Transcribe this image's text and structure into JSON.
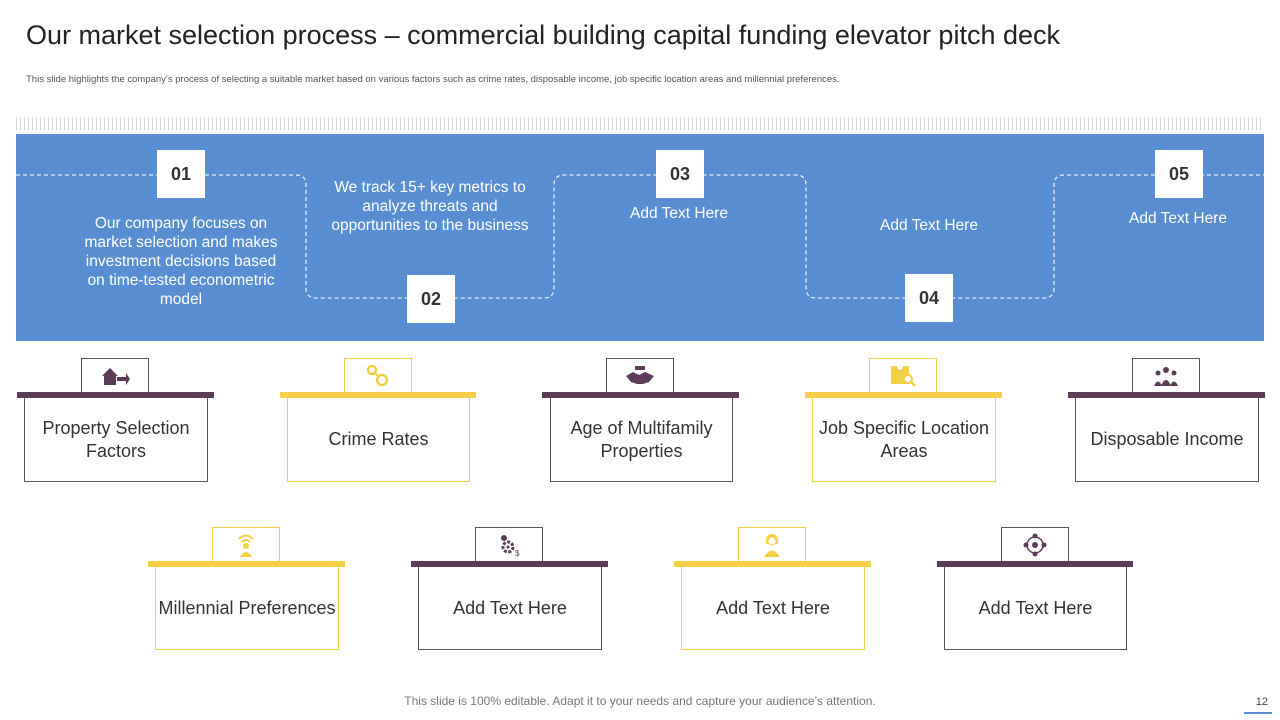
{
  "header": {
    "title": "Our market selection process – commercial building capital funding elevator pitch deck",
    "subtitle": "This slide highlights the company’s process of selecting a suitable market based on various factors such as crime rates, disposable income, job specific location areas and millennial preferences."
  },
  "steps": [
    {
      "number": "01",
      "text": "Our company focuses on market selection and makes investment decisions based on time-tested econometric model"
    },
    {
      "number": "02",
      "text": "We track 15+ key metrics to analyze threats and opportunities to the business"
    },
    {
      "number": "03",
      "text": "Add Text Here"
    },
    {
      "number": "04",
      "text": "Add Text Here"
    },
    {
      "number": "05",
      "text": "Add Text Here"
    }
  ],
  "factors": [
    {
      "label": "Property Selection Factors",
      "icon": "house-arrow-icon",
      "color": "#5b3d57"
    },
    {
      "label": "Crime Rates",
      "icon": "handcuffs-icon",
      "color": "#f6d148"
    },
    {
      "label": "Age of Multifamily Properties",
      "icon": "handshake-building-icon",
      "color": "#5b3d57"
    },
    {
      "label": "Job Specific Location Areas",
      "icon": "location-search-icon",
      "color": "#f6d148"
    },
    {
      "label": "Disposable Income",
      "icon": "team-icon",
      "color": "#5b3d57"
    },
    {
      "label": "Millennial Preferences",
      "icon": "person-wifi-icon",
      "color": "#f6d148"
    },
    {
      "label": "Add Text Here",
      "icon": "money-gear-icon",
      "color": "#5b3d57"
    },
    {
      "label": "Add Text Here",
      "icon": "woman-icon",
      "color": "#f6d148"
    },
    {
      "label": "Add Text Here",
      "icon": "network-icon",
      "color": "#5b3d57"
    }
  ],
  "footer": {
    "note": "This slide is 100% editable. Adapt it to your needs and capture your audience’s attention.",
    "page": "12"
  }
}
